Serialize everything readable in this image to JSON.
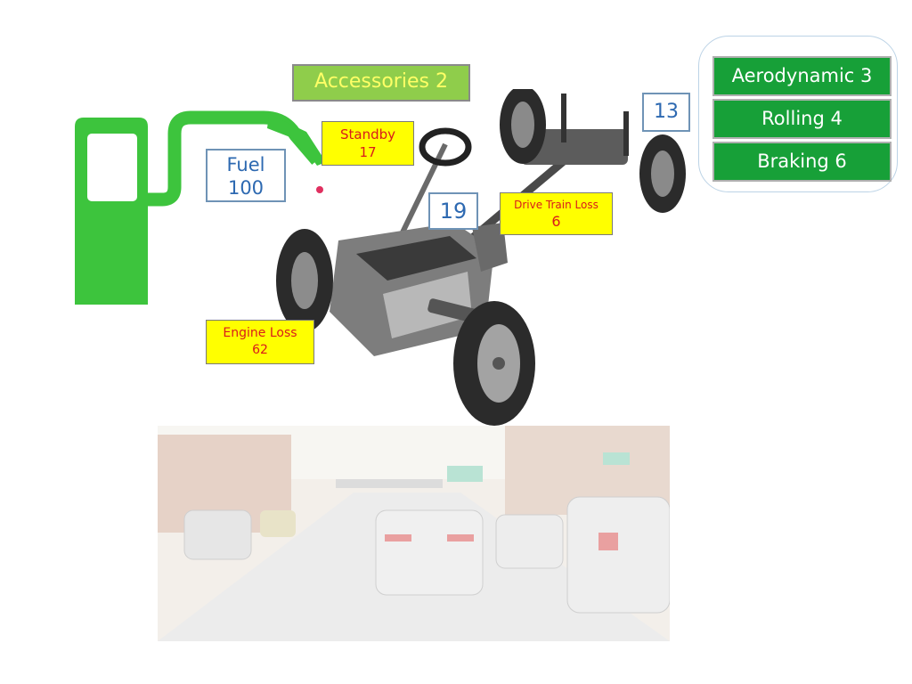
{
  "diagram": {
    "accessories": "Accessories 2",
    "standby": {
      "label": "Standby",
      "value": "17"
    },
    "fuel": {
      "label": "Fuel",
      "value": "100"
    },
    "drivetrain_in": "19",
    "drivetrain_loss": {
      "label": "Drive Train Loss",
      "value": "6"
    },
    "wheels_in": "13",
    "engine_loss": {
      "label": "Engine Loss",
      "value": "62"
    },
    "outputs": [
      "Aerodynamic 3",
      "Rolling 4",
      "Braking 6"
    ]
  },
  "colors": {
    "pump_green": "#3dc43d",
    "accessories_bg": "#8fcd4b",
    "yellow_box": "#ffff00",
    "red_text": "#d91b1b",
    "blue_text": "#2d69b1",
    "output_green": "#17a038"
  }
}
